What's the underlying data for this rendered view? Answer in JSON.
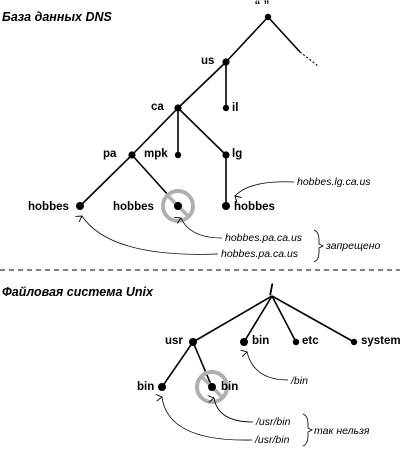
{
  "dns": {
    "title": "База данных DNS",
    "root": "“ ”",
    "us": "us",
    "il": "il",
    "ca": "ca",
    "pa": "pa",
    "mpk": "mpk",
    "lg": "lg",
    "hobbes_1": "hobbes",
    "hobbes_2": "hobbes",
    "hobbes_3": "hobbes",
    "ann_lg": "hobbes.lg.ca.us",
    "ann_pa_1": "hobbes.pa.ca.us",
    "ann_pa_2": "hobbes.pa.ca.us",
    "forbidden": "запрещено"
  },
  "unix": {
    "title": "Файловая система Unix",
    "root": "/",
    "usr": "usr",
    "bin_top": "bin",
    "etc": "etc",
    "system": "system",
    "bin_1": "bin",
    "bin_2": "bin",
    "ann_bin": "/bin",
    "ann_usrbin_1": "/usr/bin",
    "ann_usrbin_2": "/usr/bin",
    "not_allowed": "так нельзя"
  }
}
